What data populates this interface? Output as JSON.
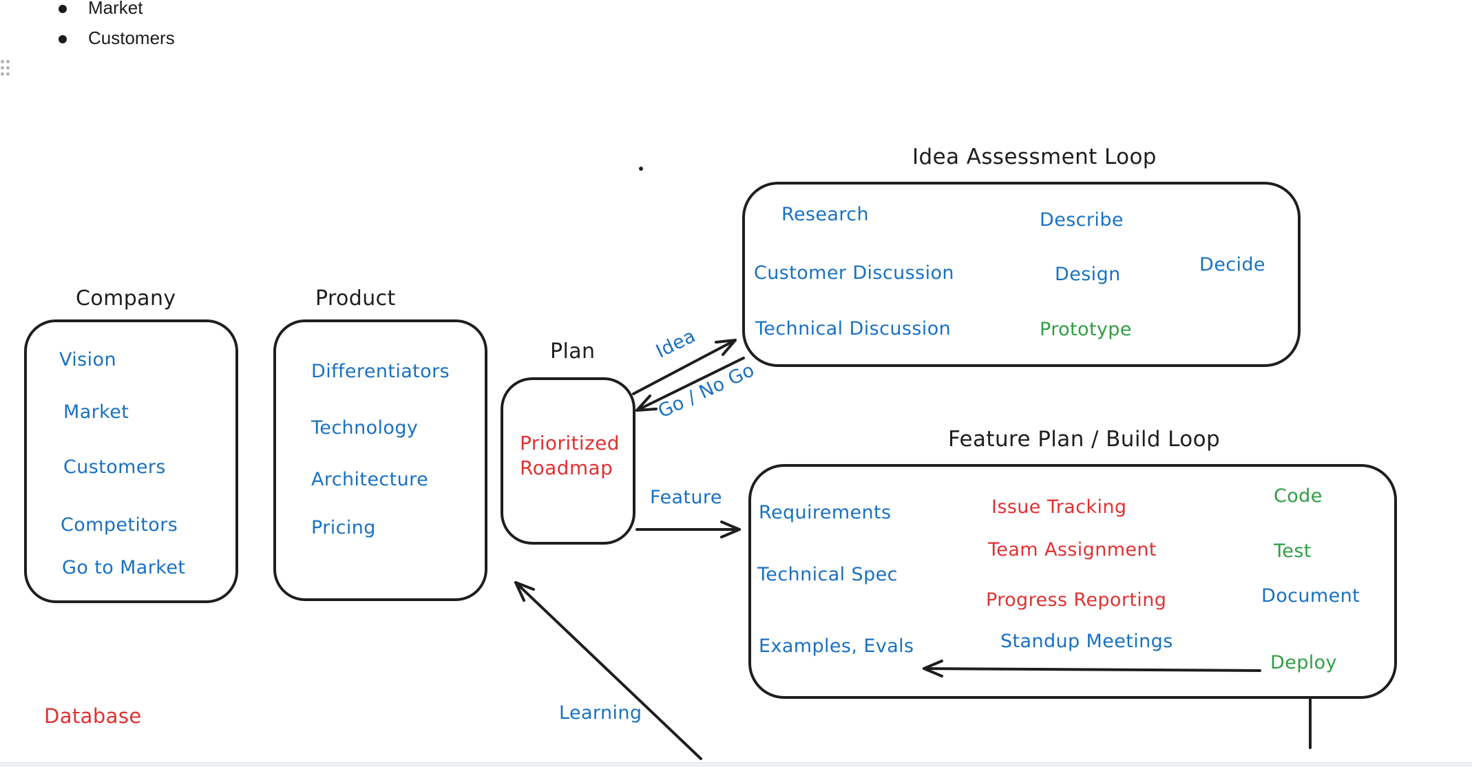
{
  "palette": {
    "ink": "#1e1e1e",
    "blue": "#1971c2",
    "red": "#e03131",
    "green": "#2f9e44",
    "handle_dots": "#b4b5b9",
    "bottom_strip": "#eef0f4"
  },
  "document": {
    "bullets": [
      "Market",
      "Customers"
    ],
    "drag_handle_icon": "drag-handle"
  },
  "canvas": {
    "company": {
      "title": "Company",
      "items": [
        "Vision",
        "Market",
        "Customers",
        "Competitors",
        "Go to Market"
      ]
    },
    "product": {
      "title": "Product",
      "items": [
        "Differentiators",
        "Technology",
        "Architecture",
        "Pricing"
      ]
    },
    "plan": {
      "title": "Plan",
      "lines": [
        "Prioritized",
        "Roadmap"
      ]
    },
    "idea_loop": {
      "title": "Idea Assessment Loop",
      "items": [
        {
          "label": "Research",
          "color": "blue"
        },
        {
          "label": "Describe",
          "color": "blue"
        },
        {
          "label": "Customer Discussion",
          "color": "blue"
        },
        {
          "label": "Design",
          "color": "blue"
        },
        {
          "label": "Decide",
          "color": "blue"
        },
        {
          "label": "Technical Discussion",
          "color": "blue"
        },
        {
          "label": "Prototype",
          "color": "green"
        }
      ]
    },
    "build_loop": {
      "title": "Feature Plan / Build Loop",
      "items": [
        {
          "label": "Requirements",
          "color": "blue"
        },
        {
          "label": "Issue Tracking",
          "color": "red"
        },
        {
          "label": "Code",
          "color": "green"
        },
        {
          "label": "Team Assignment",
          "color": "red"
        },
        {
          "label": "Test",
          "color": "green"
        },
        {
          "label": "Technical Spec",
          "color": "blue"
        },
        {
          "label": "Progress Reporting",
          "color": "red"
        },
        {
          "label": "Document",
          "color": "blue"
        },
        {
          "label": "Examples, Evals",
          "color": "blue"
        },
        {
          "label": "Standup Meetings",
          "color": "blue"
        },
        {
          "label": "Deploy",
          "color": "green"
        }
      ]
    },
    "arrow_labels": {
      "idea": "Idea",
      "go_no_go": "Go / No Go",
      "feature": "Feature",
      "learning": "Learning"
    },
    "floating": {
      "database": "Database"
    }
  }
}
